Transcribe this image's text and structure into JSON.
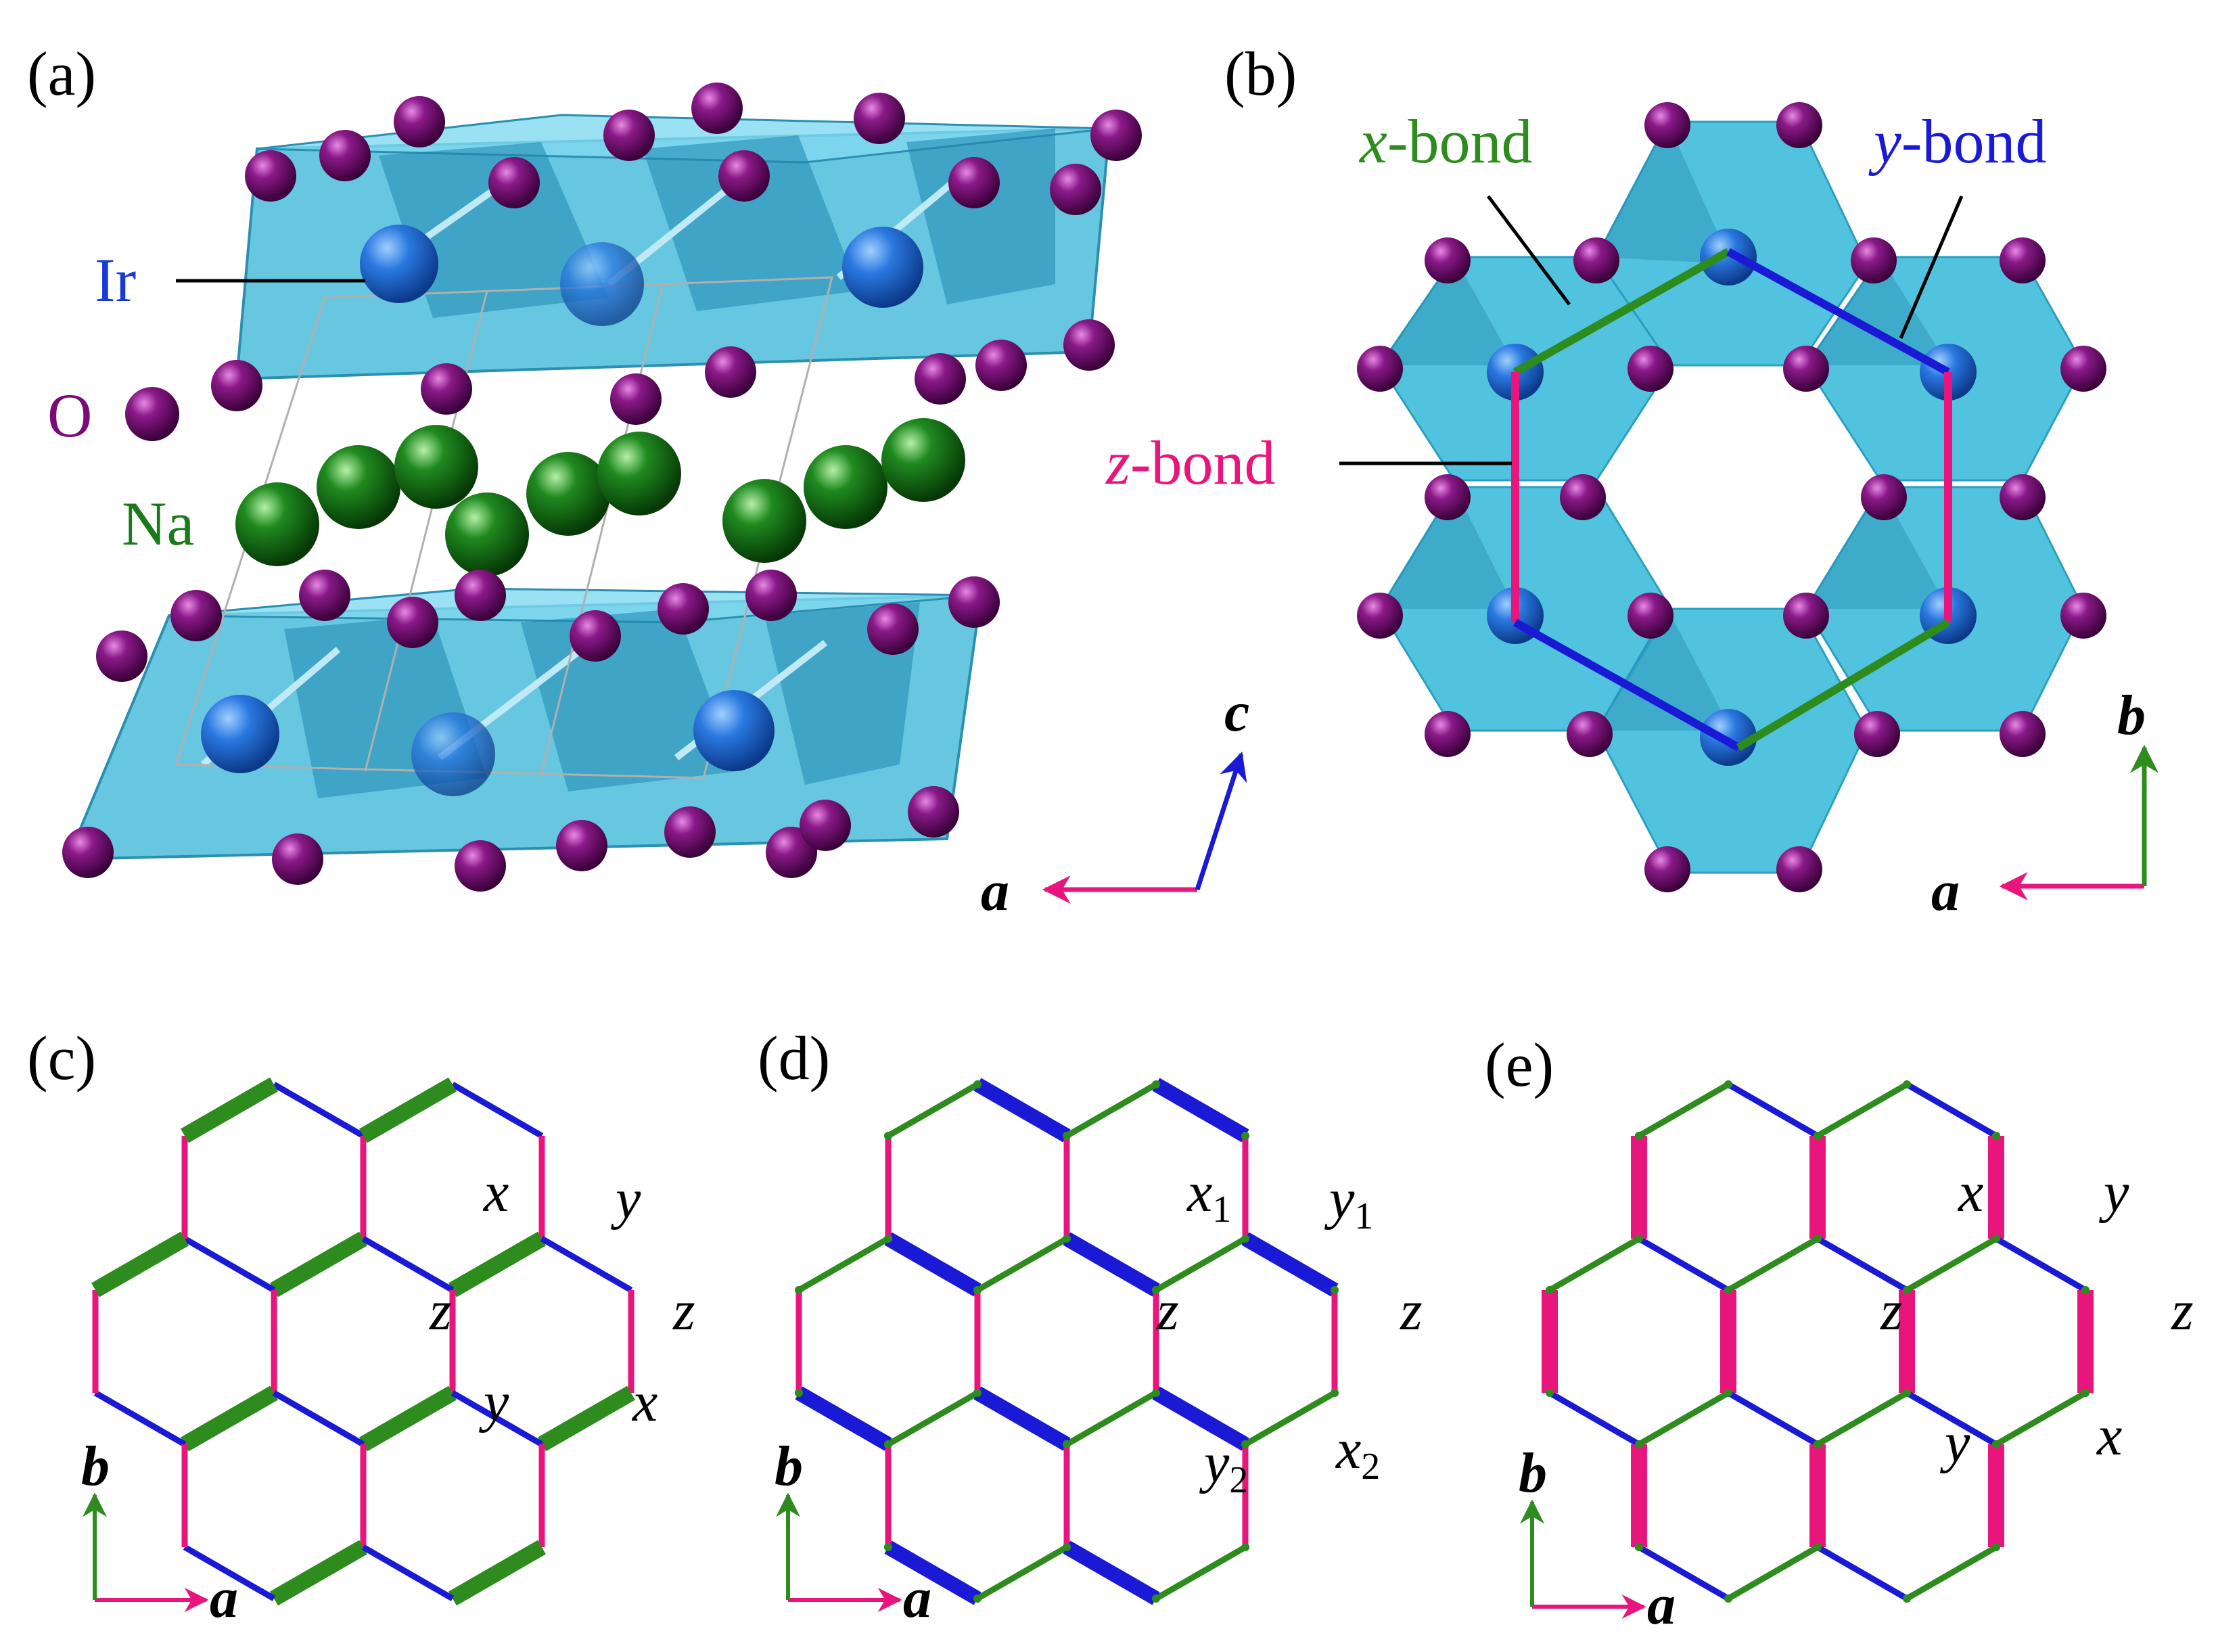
{
  "panels": {
    "a": "(a)",
    "b": "(b)",
    "c": "(c)",
    "d": "(d)",
    "e": "(e)"
  },
  "atoms": {
    "ir": "Ir",
    "o": "O",
    "na": "Na"
  },
  "bond_labels": {
    "x_letter": "x",
    "y_letter": "y",
    "z_letter": "z",
    "bond_suffix": "-bond"
  },
  "axes": {
    "a": "a",
    "b": "b",
    "c": "c"
  },
  "hex_labels": {
    "c": {
      "x_top": "x",
      "y_top": "y",
      "z_mid": "z",
      "z_right": "z",
      "y_low": "y",
      "x_low": "x"
    },
    "d": {
      "x_top": "x",
      "x_top_sub": "1",
      "y_top": "y",
      "y_top_sub": "1",
      "z_mid": "z",
      "z_right": "z",
      "y_low": "y",
      "y_low_sub": "2",
      "x_low": "x",
      "x_low_sub": "2"
    },
    "e": {
      "x_top": "x",
      "y_top": "y",
      "z_mid": "z",
      "z_right": "z",
      "y_low": "y",
      "x_low": "x"
    }
  },
  "colors": {
    "x_bond": "#2e8b1e",
    "y_bond": "#1a1ad6",
    "z_bond": "#e8157d",
    "ir": "#1e6fe0",
    "o": "#7a0a78",
    "na": "#1a7a1a",
    "octahedron": "#33b8d8",
    "axis_c": "#1a1ad6",
    "axis_b": "#2e8b1e",
    "axis_a": "#e8157d"
  }
}
